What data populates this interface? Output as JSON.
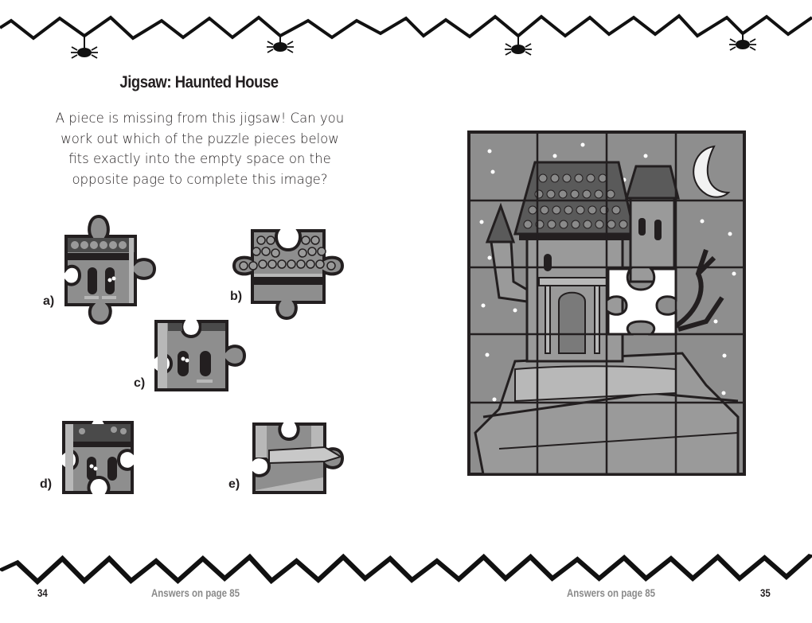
{
  "spread": {
    "left_page": {
      "title": "Jigsaw: Haunted House",
      "instructions": [
        "A piece is missing from this jigsaw! Can you",
        "work out which of the puzzle pieces below",
        "fits exactly into the empty space on the",
        "opposite page to complete this image?"
      ],
      "options": [
        {
          "label": "a)",
          "description": "roof tiles with two arched windows and eyes"
        },
        {
          "label": "b)",
          "description": "roof tiles with eave band"
        },
        {
          "label": "c)",
          "description": "wall with window, eyes and arched window"
        },
        {
          "label": "d)",
          "description": "roof edge with window, eyes and arched window"
        },
        {
          "label": "e)",
          "description": "cliff path section"
        }
      ],
      "footer": {
        "page_number": "34",
        "answers_note": "Answers on page 85"
      }
    },
    "right_page": {
      "puzzle": {
        "name": "haunted-house-jigsaw",
        "grid_columns": 4,
        "grid_rows": 5,
        "missing_piece": {
          "row": 3,
          "column": 3
        }
      },
      "footer": {
        "page_number": "35",
        "answers_note": "Answers on page 85"
      }
    }
  },
  "colors": {
    "ink": "#231f20",
    "grey_fill": "#8e8e8e",
    "light_grey": "#b8b8b8",
    "dark_grey": "#4a4a4a",
    "footer_grey": "#8a8a8a",
    "paper": "#ffffff"
  }
}
